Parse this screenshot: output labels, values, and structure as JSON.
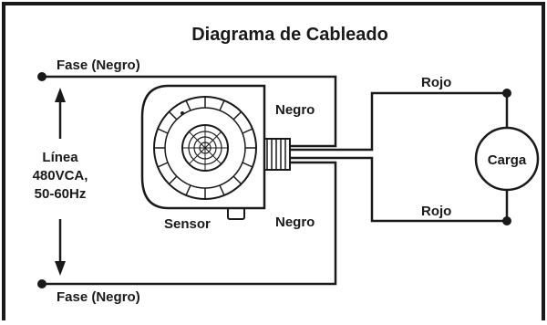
{
  "title": "Diagrama de Cableado",
  "labels": {
    "fase_top": "Fase (Negro)",
    "fase_bottom": "Fase (Negro)",
    "negro_top": "Negro",
    "negro_bottom": "Negro",
    "rojo_top": "Rojo",
    "rojo_bottom": "Rojo",
    "carga": "Carga",
    "sensor": "Sensor",
    "linea_1": "Línea",
    "linea_2": "480VCA,",
    "linea_3": "50-60Hz"
  }
}
